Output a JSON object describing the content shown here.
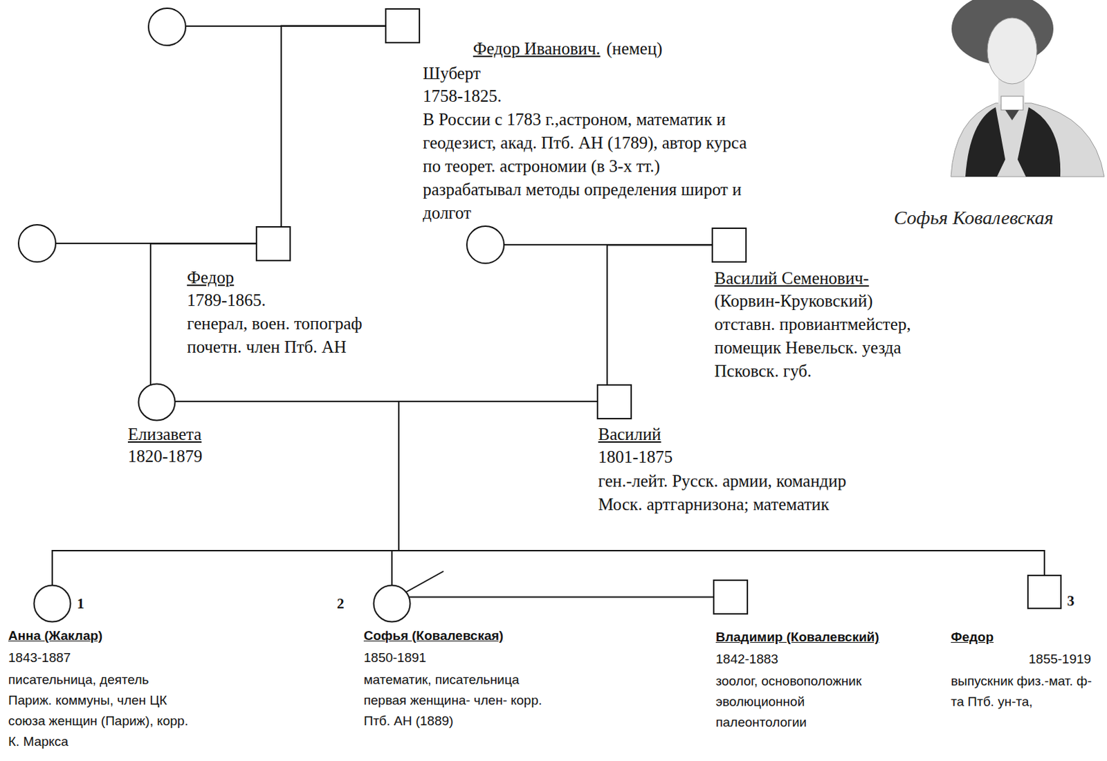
{
  "diagram": {
    "nodes": [
      {
        "text": [
          "Федор Иванович.",
          "(немец)",
          "Шуберт",
          "1758-1825.",
          "В России с 1783 г.,астроном, математик и геодезист, акад. Птб. АН (1789), автор курса по теорет. астрономии (в 3-х тт.) разрабатывал методы определения широт и долгот"
        ]
      },
      {
        "text": [
          "Федор",
          "1789-1865.",
          "генерал, воен. топограф почетн. член Птб. АН"
        ]
      },
      {
        "text": [
          "Василий Семенович-",
          "(Корвин-Круковский)",
          "отставн. провиантмейстер, помещик Невельск. уезда Псковск. губ."
        ]
      },
      {
        "text": [
          "Елизавета",
          "1820-1879"
        ]
      },
      {
        "text": [
          "Василий",
          "1801-1875",
          "ген.-лейт. Русск. армии, командир Моск. артгарнизона; математик"
        ]
      },
      {
        "text": [
          "Анна (Жаклар)",
          "1843-1887",
          "писательница, деятель Париж. коммуны, член ЦК союза женщин (Париж), корр. К. Маркса"
        ]
      },
      {
        "text": [
          "Софья (Ковалевская)",
          "1850-1891",
          "математик, писательница первая женщина- член- корр. Птб. АН (1889)"
        ]
      },
      {
        "text": [
          "Владимир (Ковалевский)",
          "1842-1883",
          "зоолог, основоположник эволюционной палеонтологии"
        ]
      },
      {
        "text": [
          "Федор",
          "1855-1919",
          "выпускник физ.-мат. ф-та Птб. ун-та,"
        ]
      }
    ],
    "edges": [
      {
        "from": 0,
        "to": 1,
        "arrow": "none"
      },
      {
        "from": 1,
        "to": 3,
        "arrow": "none"
      },
      {
        "from": 2,
        "to": 4,
        "arrow": "none"
      },
      {
        "from": 3,
        "to": 4,
        "arrow": "none"
      },
      {
        "from": 3,
        "to": 5,
        "arrow": "none"
      },
      {
        "from": 3,
        "to": 6,
        "arrow": "none"
      },
      {
        "from": 3,
        "to": 8,
        "arrow": "none"
      },
      {
        "from": 4,
        "to": 5,
        "arrow": "none"
      },
      {
        "from": 4,
        "to": 6,
        "arrow": "none"
      },
      {
        "from": 4,
        "to": 8,
        "arrow": "none"
      },
      {
        "from": 6,
        "to": 7,
        "arrow": "none"
      }
    ],
    "labels": [
      "1",
      "2",
      "3",
      "Софья Ковалевская"
    ]
  }
}
